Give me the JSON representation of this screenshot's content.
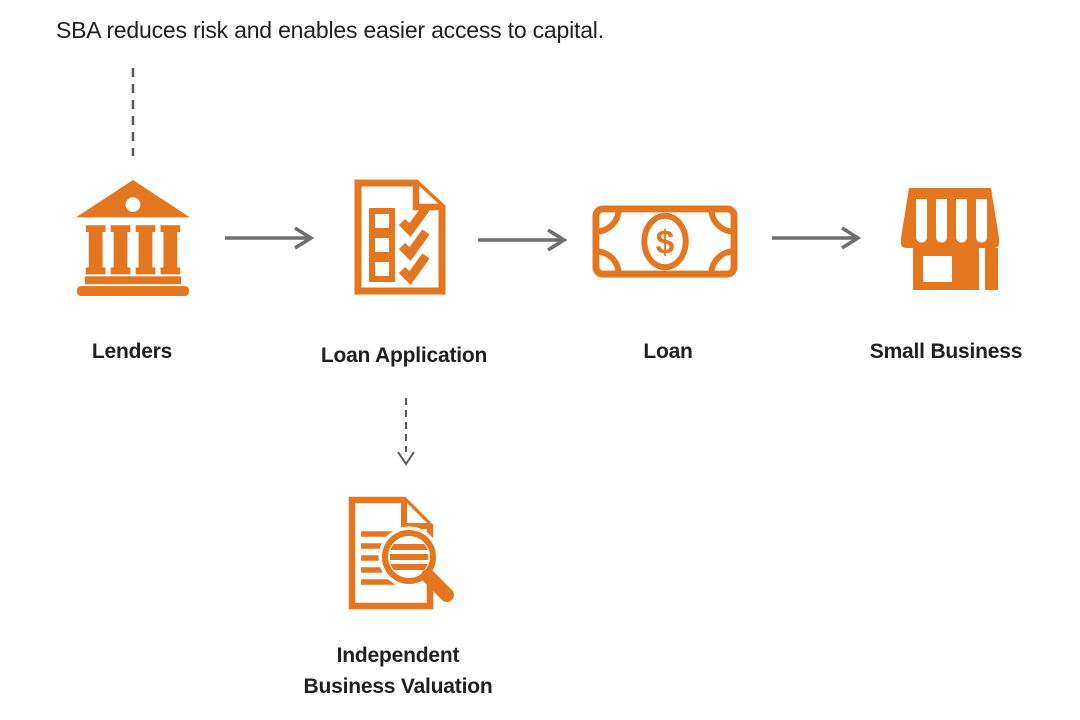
{
  "title": "SBA reduces risk and enables easier access to capital.",
  "colors": {
    "orange": "#E4761F",
    "arrow_gray": "#6D6E71",
    "dash_gray": "#595959",
    "text": "#1F1F1F"
  },
  "flow": {
    "nodes": [
      {
        "id": "lenders",
        "label": "Lenders",
        "icon": "bank-icon"
      },
      {
        "id": "loan-application",
        "label": "Loan Application",
        "icon": "checklist-document-icon"
      },
      {
        "id": "loan",
        "label": "Loan",
        "icon": "dollar-bill-icon"
      },
      {
        "id": "small-business",
        "label": "Small Business",
        "icon": "storefront-icon"
      }
    ],
    "branch_node": {
      "id": "independent-business-valuation",
      "label_line1": "Independent",
      "label_line2": "Business Valuation",
      "icon": "document-magnifier-icon"
    }
  }
}
